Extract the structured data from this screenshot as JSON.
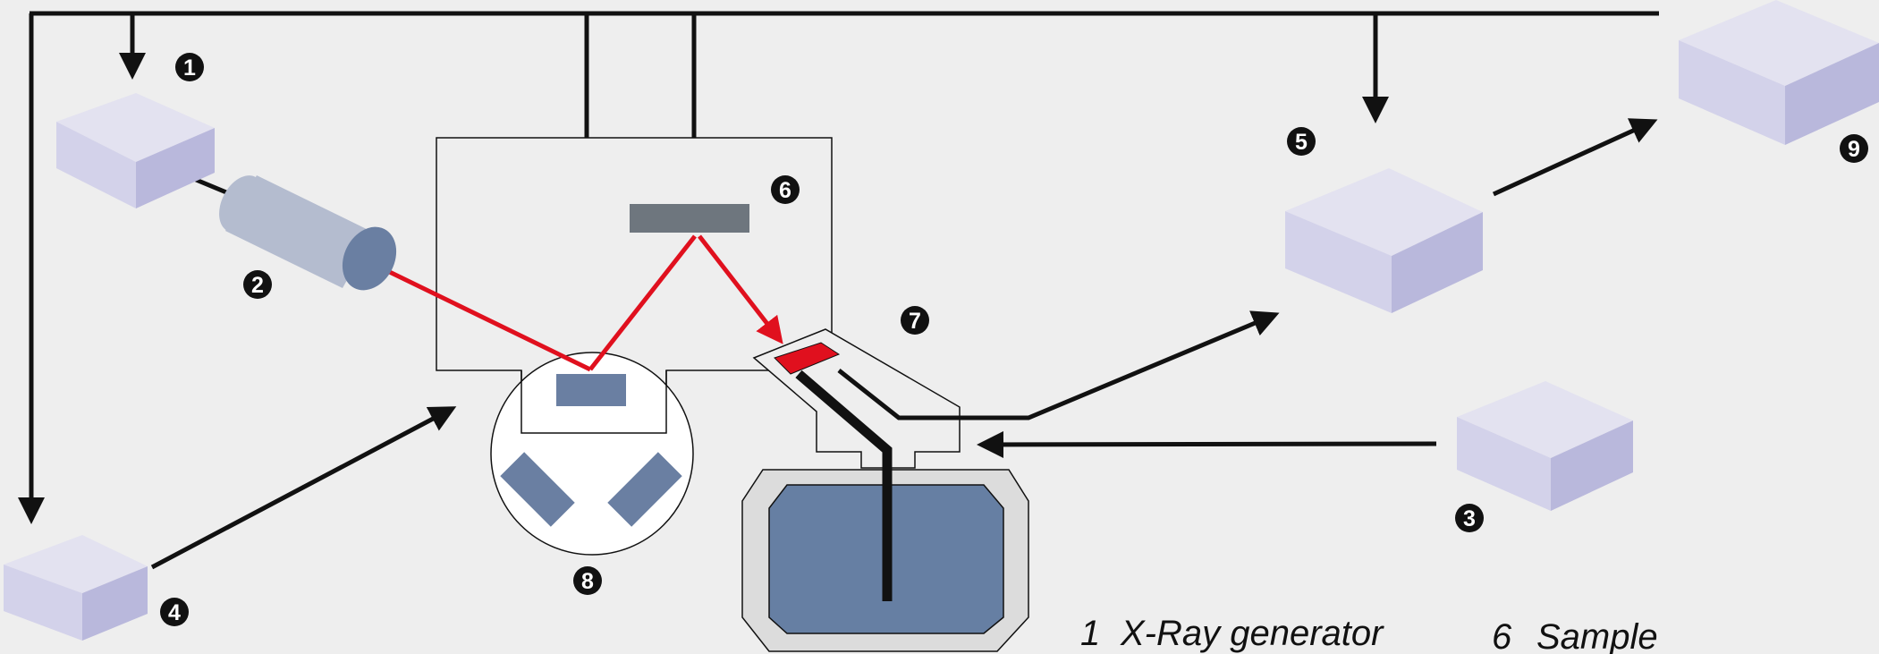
{
  "colors": {
    "background": "#eeeeee",
    "line": "#111111",
    "beam": "#e0101e",
    "box_top": "#e3e2f0",
    "box_left": "#d3d2ea",
    "box_right": "#b9b8dc",
    "tube_body": "#b4bccf",
    "tube_face": "#6a7fa2",
    "crystal": "#6a7fa2",
    "sample": "#6e767e",
    "dewar_outer": "#dcdcdc",
    "dewar_inner": "#667fa3",
    "badge": "#111111",
    "chamber": "#ffffff"
  },
  "components": [
    {
      "number": "1",
      "icon": "box-icon"
    },
    {
      "number": "2",
      "icon": "cylinder-icon"
    },
    {
      "number": "3",
      "icon": "box-icon"
    },
    {
      "number": "4",
      "icon": "box-icon"
    },
    {
      "number": "5",
      "icon": "box-icon"
    },
    {
      "number": "6",
      "icon": "sample-plate-icon"
    },
    {
      "number": "7",
      "icon": "detector-icon"
    },
    {
      "number": "8",
      "icon": "crystal-chamber-icon"
    },
    {
      "number": "9",
      "icon": "box-icon"
    }
  ],
  "legend": [
    {
      "number": "1",
      "label": "X-Ray generator"
    },
    {
      "number": "6",
      "label": "Sample"
    }
  ]
}
